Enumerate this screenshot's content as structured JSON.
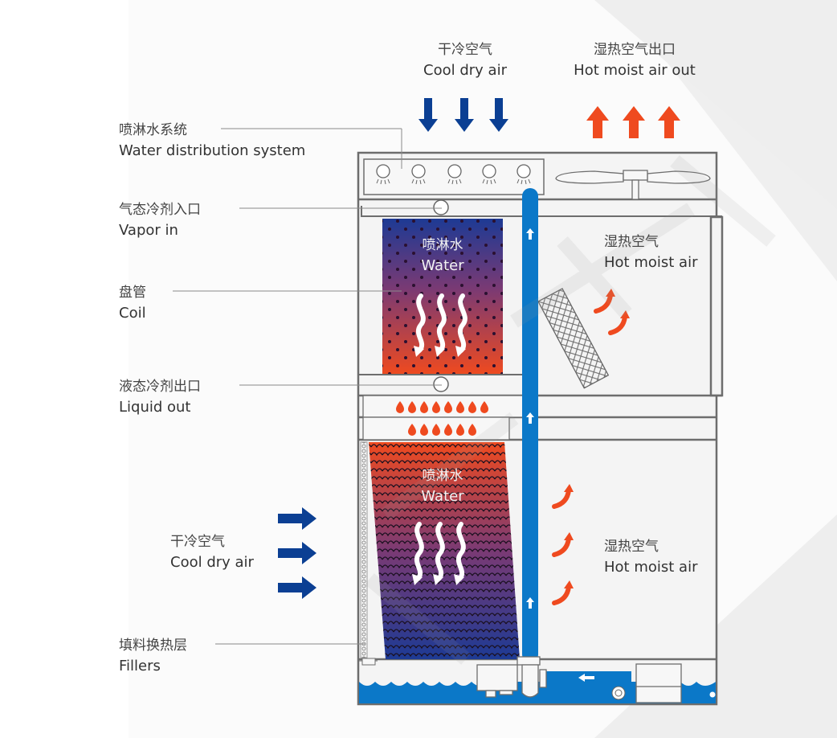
{
  "title": "Closed-circuit evaporative cooler working principle",
  "colors": {
    "cold_blue": "#0b3f93",
    "hot_red": "#ef4a1f",
    "water_blue": "#0b78c8",
    "outline": "#6d6d6d",
    "background": "#fbfbfb"
  },
  "top_labels": {
    "cool_dry_air": {
      "zh": "干冷空气",
      "en": "Cool dry air"
    },
    "hot_air_out": {
      "zh": "湿热空气出口",
      "en": "Hot moist air out"
    }
  },
  "callouts": [
    {
      "id": "water-distribution",
      "zh": "喷淋水系统",
      "en": "Water distribution system"
    },
    {
      "id": "vapor-in",
      "zh": "气态冷剂入口",
      "en": "Vapor in"
    },
    {
      "id": "coil",
      "zh": "盘管",
      "en": "Coil"
    },
    {
      "id": "liquid-out",
      "zh": "液态冷剂出口",
      "en": "Liquid out"
    },
    {
      "id": "fillers",
      "zh": "填料换热层",
      "en": "Fillers"
    }
  ],
  "side_labels": {
    "cool_dry_air": {
      "zh": "干冷空气",
      "en": "Cool dry air"
    }
  },
  "inner_labels": {
    "coil_water": {
      "zh": "喷淋水",
      "en": "Water"
    },
    "filler_water": {
      "zh": "喷淋水",
      "en": "Water"
    },
    "upper_hot_air": {
      "zh": "湿热空气",
      "en": "Hot moist air"
    },
    "lower_hot_air": {
      "zh": "湿热空气",
      "en": "Hot moist air"
    }
  },
  "icons": {
    "down_arrows": "arrow-down-icon",
    "up_arrows": "arrow-up-icon",
    "right_arrows": "arrow-right-icon",
    "nozzles": "spray-nozzle-icon",
    "fan": "fan-icon",
    "pump": "pump-icon",
    "heat_waves": "heat-wave-icon",
    "water_drops": "water-drop-icon"
  }
}
